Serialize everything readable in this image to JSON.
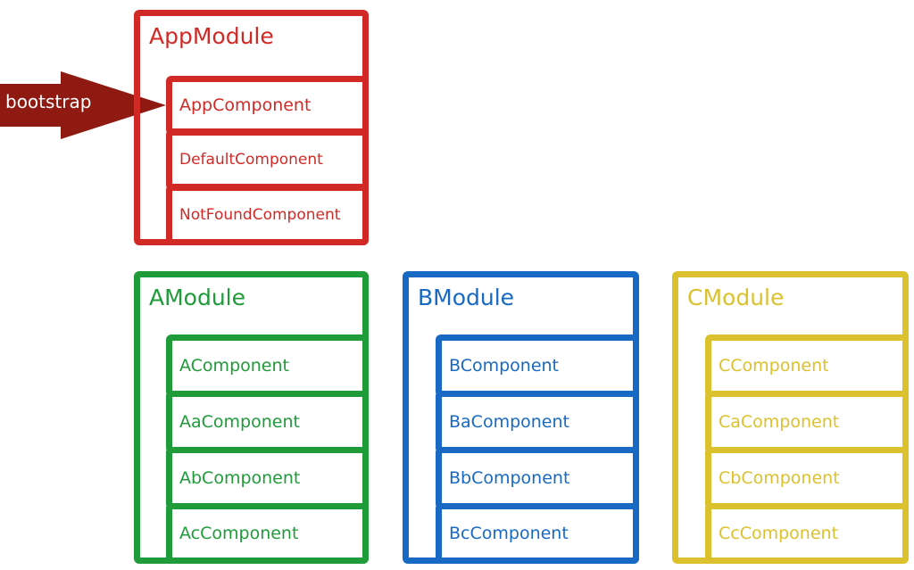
{
  "colors": {
    "app": "#d12a26",
    "a": "#1f9b3a",
    "b": "#1769c4",
    "c": "#dcc12e",
    "arrow": "#8e1a12"
  },
  "arrow": {
    "label": "bootstrap"
  },
  "app_module": {
    "title": "AppModule",
    "components": [
      "AppComponent",
      "DefaultComponent",
      "NotFoundComponent"
    ]
  },
  "a_module": {
    "title": "AModule",
    "components": [
      "AComponent",
      "AaComponent",
      "AbComponent",
      "AcComponent"
    ]
  },
  "b_module": {
    "title": "BModule",
    "components": [
      "BComponent",
      "BaComponent",
      "BbComponent",
      "BcComponent"
    ]
  },
  "c_module": {
    "title": "CModule",
    "components": [
      "CComponent",
      "CaComponent",
      "CbComponent",
      "CcComponent"
    ]
  }
}
